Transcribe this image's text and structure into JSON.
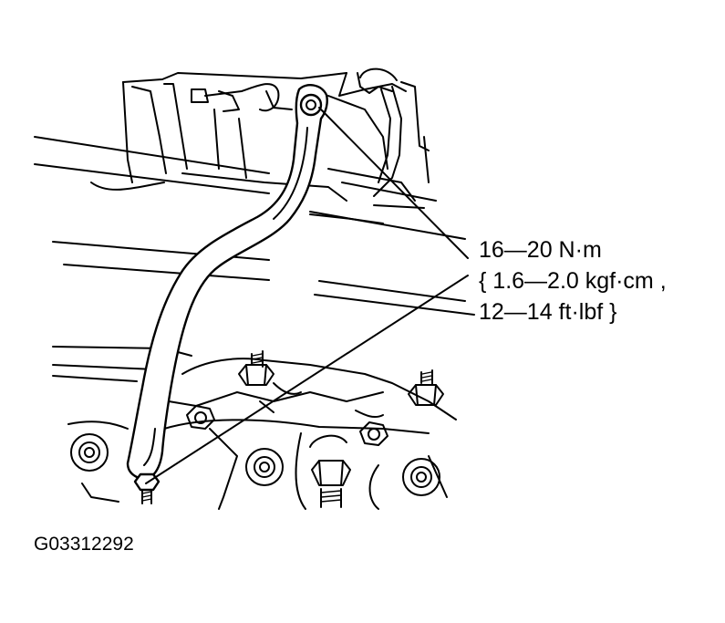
{
  "figure": {
    "torque_spec": {
      "line1": "16—20 N·m",
      "line2": "{ 1.6—2.0 kgf·cm ,",
      "line3": "12—14 ft·lbf }"
    },
    "figure_code": "G03312292"
  }
}
